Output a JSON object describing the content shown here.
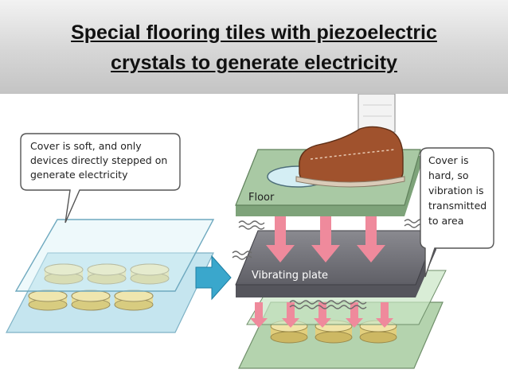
{
  "slide": {
    "title_line1": "Special flooring tiles with piezoelectric",
    "title_line2": "crystals  to generate electricity"
  },
  "diagram": {
    "left_callout": {
      "line1": "Cover is soft, and only",
      "line2": "devices directly stepped on",
      "line3": "generate electricity"
    },
    "floor_label": "Floor",
    "plate_label": "Vibrating plate",
    "right_callout": {
      "line1": "Cover is",
      "line2": "hard, so",
      "line3": "vibration is",
      "line4": "transmitted",
      "line5": "to area"
    }
  },
  "colors": {
    "tile_fill": "#bfe3ee",
    "crystal_fill": "#eadf9a",
    "floor_green": "#a9c9a4",
    "plate_gray": "#7a7a80",
    "arrow_pink": "#ef8a9c",
    "flow_arrow": "#3aa7cc",
    "shoe_brown": "#a0522d"
  }
}
